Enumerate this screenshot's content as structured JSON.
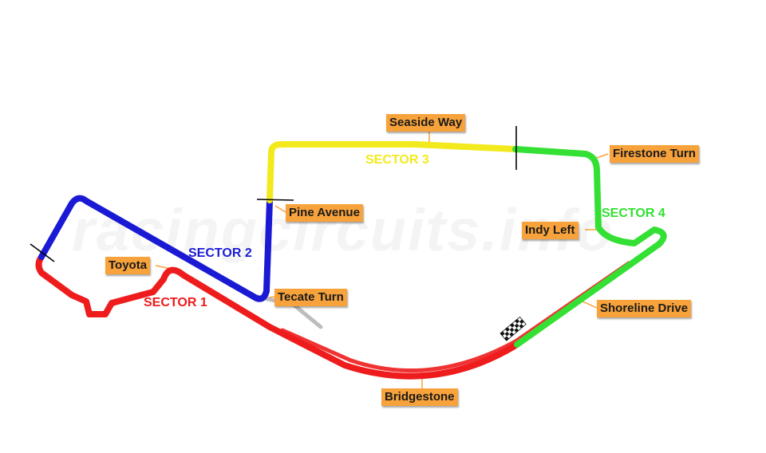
{
  "watermark": "racingcircuits.info",
  "corners": {
    "seaside_way": "Seaside Way",
    "firestone_turn": "Firestone Turn",
    "pine_avenue": "Pine Avenue",
    "indy_left": "Indy Left",
    "toyota": "Toyota",
    "tecate_turn": "Tecate Turn",
    "shoreline_drive": "Shoreline Drive",
    "bridgestone": "Bridgestone"
  },
  "sectors": {
    "s1": {
      "label": "SECTOR 1",
      "color": "#ee1c1c"
    },
    "s2": {
      "label": "SECTOR 2",
      "color": "#1a1ad4"
    },
    "s3": {
      "label": "SECTOR 3",
      "color": "#f2ea1c"
    },
    "s4": {
      "label": "SECTOR 4",
      "color": "#33e033"
    }
  },
  "colors": {
    "label_bg": "#f7a23b",
    "pit_lane": "#bdbdbd",
    "sector_marker": "#000000"
  }
}
